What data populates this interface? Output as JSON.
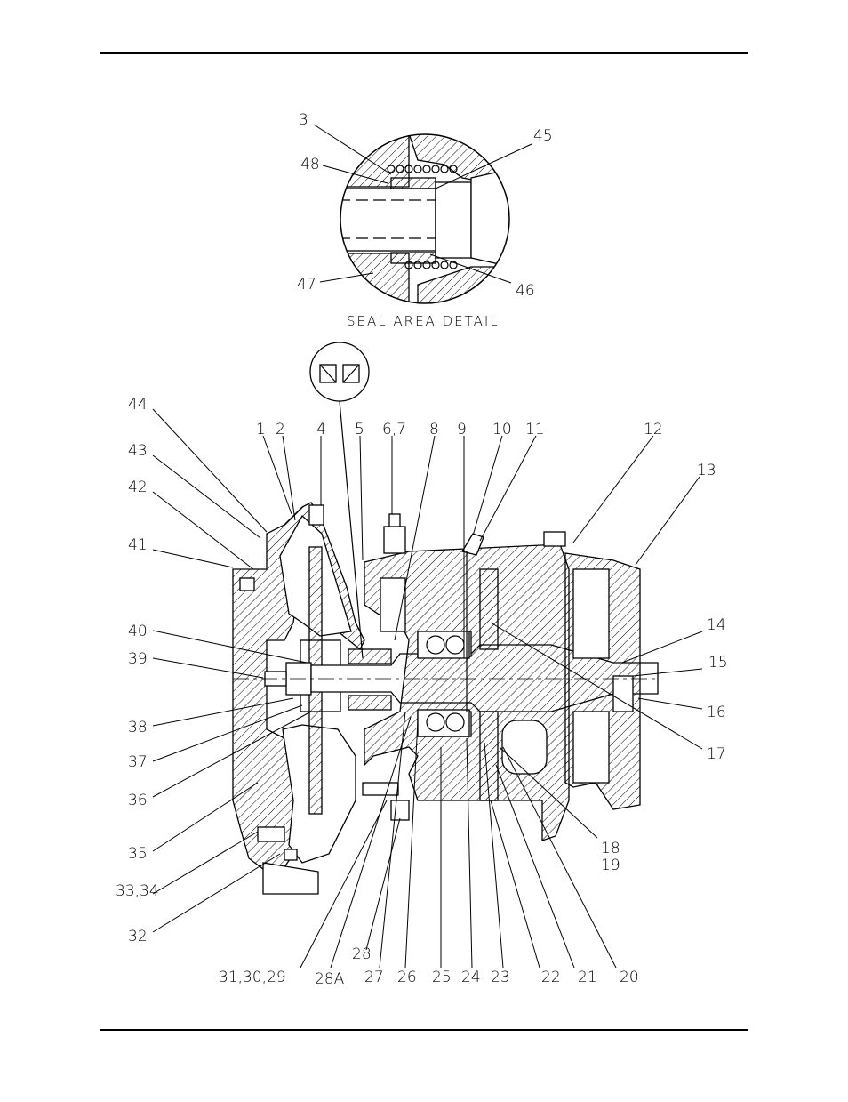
{
  "detail_caption": "SEAL AREA DETAIL",
  "callouts": {
    "c3": "3",
    "c45": "45",
    "c48": "48",
    "c47": "47",
    "c46": "46",
    "c44": "44",
    "c43": "43",
    "c42": "42",
    "c41": "41",
    "c40": "40",
    "c39": "39",
    "c38": "38",
    "c37": "37",
    "c36": "36",
    "c35": "35",
    "c3334": "33,34",
    "c32": "32",
    "c1": "1",
    "c2": "2",
    "c4": "4",
    "c5": "5",
    "c67": "6,7",
    "c8": "8",
    "c9": "9",
    "c10": "10",
    "c11": "11",
    "c12": "12",
    "c13": "13",
    "c14": "14",
    "c15": "15",
    "c16": "16",
    "c17": "17",
    "c18": "18",
    "c19": "19",
    "c20": "20",
    "c21": "21",
    "c22": "22",
    "c23": "23",
    "c24": "24",
    "c25": "25",
    "c26": "26",
    "c27": "27",
    "c28": "28",
    "c28a": "28A",
    "c293031": "31,30,29"
  }
}
